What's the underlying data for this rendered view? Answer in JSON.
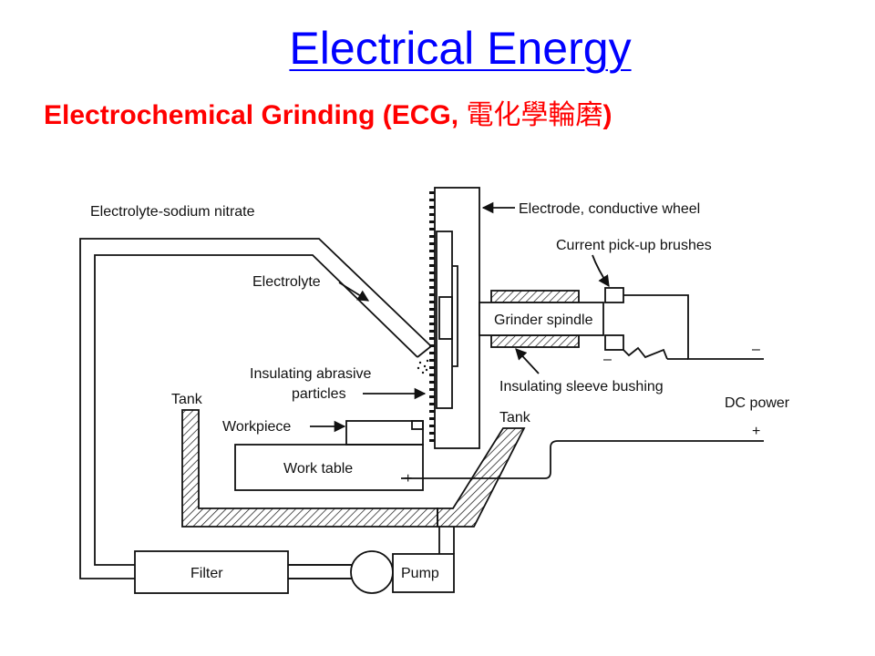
{
  "slide": {
    "title": "Electrical Energy",
    "subtitle_main": "Electrochemical Grinding (ECG, ",
    "subtitle_cjk": "電化學輪磨",
    "subtitle_end": ")"
  },
  "diagram": {
    "labels": {
      "electrolyte_supply": "Electrolyte-sodium nitrate",
      "electrode": "Electrode, conductive wheel",
      "brushes": "Current pick-up brushes",
      "electrolyte": "Electrolyte",
      "spindle": "Grinder spindle",
      "abrasive_1": "Insulating abrasive",
      "abrasive_2": "particles",
      "sleeve": "Insulating sleeve bushing",
      "tank_left": "Tank",
      "tank_right": "Tank",
      "dc_power": "DC power",
      "workpiece": "Workpiece",
      "work_table": "Work table",
      "filter": "Filter",
      "pump": "Pump",
      "minus_1": "–",
      "minus_2": "–",
      "plus_1": "+",
      "plus_2": "+"
    }
  },
  "colors": {
    "title": "#0000ff",
    "subtitle": "#ff0000",
    "line": "#111111"
  }
}
